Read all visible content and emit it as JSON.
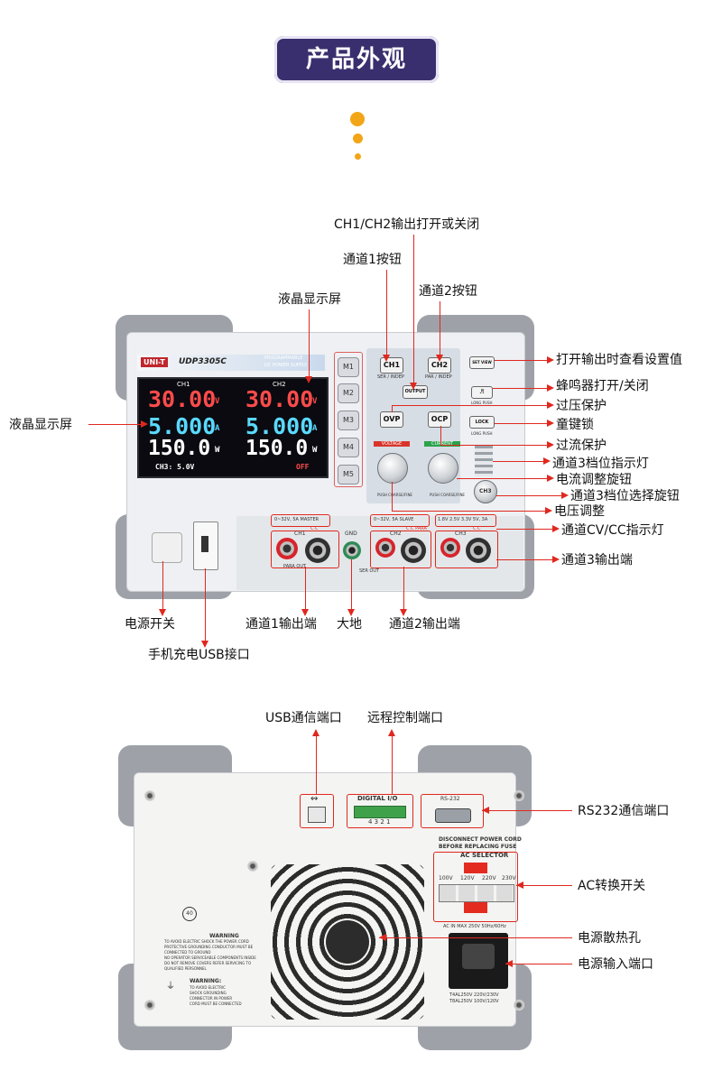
{
  "header": {
    "title": "产品外观"
  },
  "front": {
    "brand": "UNI-T",
    "model": "UDP3305C",
    "subtitle_1": "PROGRAMMABLE",
    "subtitle_2": "DC POWER SUPPLY",
    "lcd": {
      "ch1": "CH1",
      "ch2": "CH2",
      "ch1_voltage": "30.00",
      "ch2_voltage": "30.00",
      "unit_v": "V",
      "ch1_current": "5.000",
      "ch2_current": "5.000",
      "unit_a": "A",
      "ch1_power": "150.0",
      "ch2_power": "150.0",
      "unit_w": "W",
      "ch3_status": "CH3: 5.0V",
      "off": "OFF"
    },
    "memory_buttons": [
      "M1",
      "M2",
      "M3",
      "M4",
      "M5"
    ],
    "buttons": {
      "ch1": "CH1",
      "ch1_sub": "SER / INDEP",
      "ch2": "CH2",
      "ch2_sub": "PAR / INDEP",
      "output": "OUTPUT",
      "ovp": "OVP",
      "ocp": "OCP",
      "set_view": "SET VIEW",
      "lock": "LOCK",
      "long_push": "LONG PUSH",
      "voltage": "VOLTAGE",
      "current": "CURRENT",
      "ch3": "CH3",
      "coarse_fine": "PUSH COARSE/FINE"
    },
    "terminals": {
      "ch1_spec": "0~32V, 5A  MASTER",
      "ch2_spec": "0~32V, 5A  SLAVE",
      "ch3_spec": "1.8V 2.5V 3.3V 5V, 3A",
      "ch1": "CH1",
      "ch2": "CH2",
      "ch3": "CH3",
      "cc": "C.C",
      "gnd": "GND",
      "para_out": "PARA OUT",
      "ser_out": "SER OUT",
      "cc_para": "C.C PARA"
    }
  },
  "front_labels": {
    "lcd_left": "液晶显示屏",
    "lcd_top": "液晶显示屏",
    "ch_output": "CH1/CH2输出打开或关闭",
    "ch1_button": "通道1按钮",
    "ch2_button": "通道2按钮",
    "set_view": "打开输出时查看设置值",
    "buzzer": "蜂鸣器打开/关闭",
    "ovp": "过压保护",
    "lock": "童键锁",
    "ocp": "过流保护",
    "ch3_indicator": "通道3档位指示灯",
    "current_knob": "电流调整旋钮",
    "ch3_selector": "通道3档位选择旋钮",
    "voltage_adjust": "电压调整",
    "cvcc": "通道CV/CC指示灯",
    "ch3_output": "通道3输出端",
    "power_switch": "电源开关",
    "ch1_output": "通道1输出端",
    "ground": "大地",
    "ch2_output": "通道2输出端",
    "usb_charge": "手机充电USB接口"
  },
  "rear": {
    "digital_io": "DIGITAL I/O",
    "io_pins": "4 3 2 1",
    "rs232": "RS-232",
    "disconnect_1": "DISCONNECT POWER CORD",
    "disconnect_2": "BEFORE REPLACING FUSE",
    "ac_selector": "AC SELECTOR",
    "voltages": [
      "100V",
      "120V",
      "220V",
      "230V"
    ],
    "ac_in": "AC IN MAX 250V  50Hz/60Hz",
    "fuse_1": "T4AL250V  220V/230V",
    "fuse_2": "T8AL250V  100V/120V",
    "warning": "WARNING",
    "warning_text_1": "TO AVOID ELECTRIC SHOCK THE POWER CORD",
    "warning_text_2": "PROTECTIVE GROUNDING CONDUCTOR MUST BE",
    "warning_text_3": "CONNECTED TO GROUND",
    "warning_text_4": "NO OPERATOR SERVICEABLE COMPONENTS INSIDE",
    "warning_text_5": "DO NOT REMOVE COVERS REFER SERVICING TO",
    "warning_text_6": "QUALIFIED PERSONNEL",
    "warning2": "WARNING:",
    "warning2_text_1": "TO AVOID ELECTRIC",
    "warning2_text_2": "SHOCK GROUNDING",
    "warning2_text_3": "CONNECTOR IN POWER",
    "warning2_text_4": "CORD MUST BE CONNECTED",
    "badge": "40"
  },
  "rear_labels": {
    "usb_comm": "USB通信端口",
    "remote": "远程控制端口",
    "rs232": "RS232通信端口",
    "ac_switch": "AC转换开关",
    "fan": "电源散热孔",
    "power_in": "电源输入端口"
  }
}
